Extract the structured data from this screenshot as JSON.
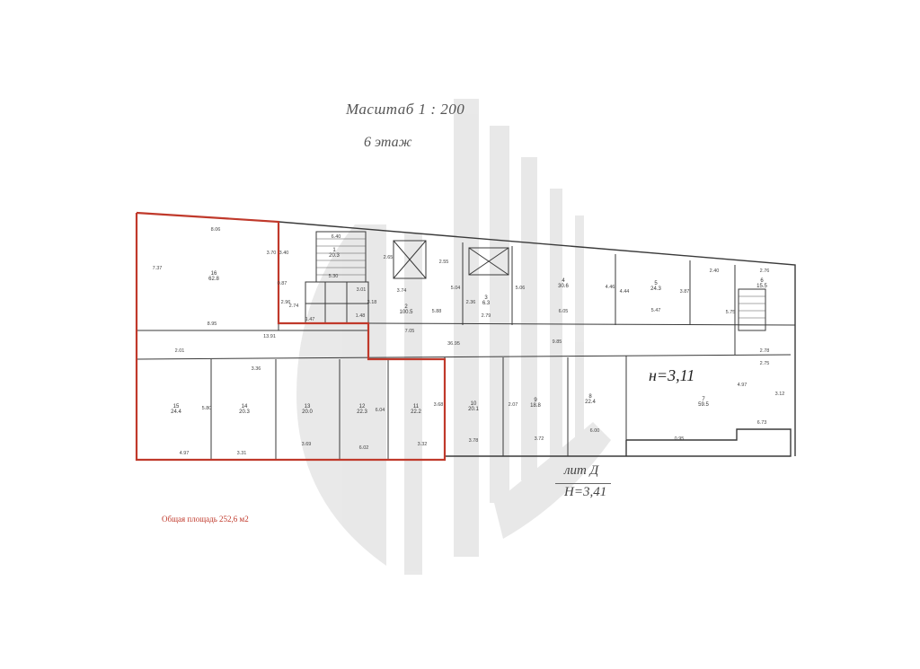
{
  "header": {
    "scale": "Масштаб   1 : 200",
    "floor": "6 этаж"
  },
  "labels": {
    "lit": "лит Д",
    "H_lit": "Н=3,41",
    "h_room": "н=3,11",
    "total_area": "Общая площадь 252,6 м2"
  },
  "rooms": [
    {
      "no": "16",
      "area": "62.8"
    },
    {
      "no": "15",
      "area": "24.4"
    },
    {
      "no": "14",
      "area": "20.3"
    },
    {
      "no": "13",
      "area": "20.0"
    },
    {
      "no": "12",
      "area": "22.3"
    },
    {
      "no": "11",
      "area": "22.2"
    },
    {
      "no": "10",
      "area": "20.1"
    },
    {
      "no": "9",
      "area": "18.8"
    },
    {
      "no": "8",
      "area": "22.4"
    },
    {
      "no": "7",
      "area": "59.5"
    },
    {
      "no": "6",
      "area": "15.5"
    },
    {
      "no": "5",
      "area": "24.3"
    },
    {
      "no": "4",
      "area": "30.6"
    },
    {
      "no": "3",
      "area": "6.3"
    },
    {
      "no": "1",
      "area": "20.3"
    },
    {
      "no": "2",
      "area": "100.5"
    }
  ],
  "dimensions": [
    "8.06",
    "7.37",
    "3.70",
    "3.40",
    "6.40",
    "2.65",
    "5.30",
    "3.01",
    "0.87",
    "2.74",
    "2.96",
    "1.47",
    "1.48",
    "3.74",
    "3.18",
    "8.95",
    "13.91",
    "2.01",
    "36.95",
    "7.05",
    "5.88",
    "2.55",
    "5.04",
    "5.06",
    "2.36",
    "2.79",
    "6.05",
    "4.46",
    "4.44",
    "3.87",
    "5.47",
    "2.40",
    "2.76",
    "5.75",
    "2.78",
    "2.75",
    "3.36",
    "5.80",
    "4.97",
    "3.31",
    "3.69",
    "6.02",
    "6.04",
    "3.68",
    "3.32",
    "3.78",
    "3.72",
    "6.00",
    "2.07",
    "9.85",
    "4.97",
    "3.12",
    "6.73",
    "0.95"
  ],
  "colors": {
    "wall": "#3a3a3a",
    "highlight": "#c0392b",
    "watermark": "#555555"
  }
}
